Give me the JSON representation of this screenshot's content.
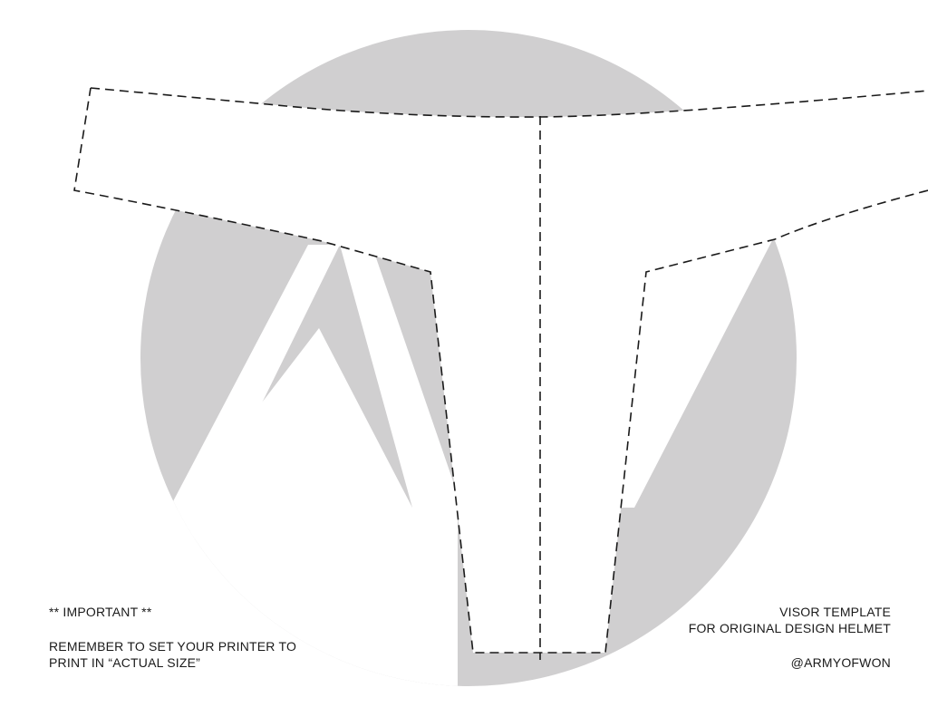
{
  "colors": {
    "background": "#ffffff",
    "logo_circle": "#d0cfd0",
    "cut_line": "#1a1a1a",
    "text": "#1a1a1a"
  },
  "icons": {
    "logo": "army-of-won-logo-icon"
  },
  "important_note": {
    "heading": "** IMPORTANT **",
    "line1": "REMEMBER TO SET YOUR PRINTER TO",
    "line2": "PRINT IN “ACTUAL SIZE”"
  },
  "template_info": {
    "title": "VISOR TEMPLATE",
    "subtitle": "FOR ORIGINAL DESIGN HELMET",
    "handle": "@ARMYOFWON"
  }
}
